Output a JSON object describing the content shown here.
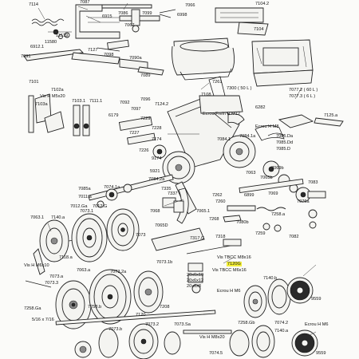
{
  "labels": [
    {
      "id": "l7114",
      "text": "7114"
    },
    {
      "id": "l7087",
      "text": "7087"
    },
    {
      "id": "l6915",
      "text": "6915"
    },
    {
      "id": "l7086",
      "text": "7086"
    },
    {
      "id": "l7099",
      "text": "7099"
    },
    {
      "id": "l7066",
      "text": "7066"
    },
    {
      "id": "l6998",
      "text": "6998"
    },
    {
      "id": "l71042",
      "text": "7104.2"
    },
    {
      "id": "l7067",
      "text": "7067"
    },
    {
      "id": "l7104",
      "text": "7104"
    },
    {
      "id": "l11580",
      "text": "11580"
    },
    {
      "id": "l11519",
      "text": "11519"
    },
    {
      "id": "l69121",
      "text": "6912.1"
    },
    {
      "id": "l7127",
      "text": "7127"
    },
    {
      "id": "l7091",
      "text": "7091"
    },
    {
      "id": "l7098",
      "text": "7098"
    },
    {
      "id": "l7090a",
      "text": "7090a"
    },
    {
      "id": "l7089",
      "text": "7089"
    },
    {
      "id": "l7300",
      "text": "7300 ( 50 L )"
    },
    {
      "id": "l7261",
      "text": "7261"
    },
    {
      "id": "l70772",
      "text": "7077.2 ( 60 L )"
    },
    {
      "id": "l70773",
      "text": "7077.3 ( 6 L )"
    },
    {
      "id": "l7101",
      "text": "7101"
    },
    {
      "id": "l7102a",
      "text": "7102a"
    },
    {
      "id": "lvis1",
      "text": "Vis H M5x20"
    },
    {
      "id": "l7103a",
      "text": "7103a"
    },
    {
      "id": "l7108",
      "text": "7108"
    },
    {
      "id": "l6282",
      "text": "6282"
    },
    {
      "id": "l7125a",
      "text": "7125.a"
    },
    {
      "id": "l7096",
      "text": "7096"
    },
    {
      "id": "l7092",
      "text": "7092"
    },
    {
      "id": "l71242",
      "text": "7124.2"
    },
    {
      "id": "l71031",
      "text": "7103.1"
    },
    {
      "id": "l71111",
      "text": "7111.1"
    },
    {
      "id": "l7097",
      "text": "7097"
    },
    {
      "id": "l6179",
      "text": "6179"
    },
    {
      "id": "l7229",
      "text": "7229"
    },
    {
      "id": "l7227",
      "text": "7227"
    },
    {
      "id": "l7228",
      "text": "7228"
    },
    {
      "id": "lecrou1",
      "text": "Ecrou Frein H M12"
    },
    {
      "id": "lecrou2",
      "text": "Ecrou H M8"
    },
    {
      "id": "l70841a",
      "text": "7084.1a"
    },
    {
      "id": "l70841",
      "text": "7084.1"
    },
    {
      "id": "l7085Da",
      "text": "7085.Da"
    },
    {
      "id": "l7085Dd",
      "text": "7085.Dd"
    },
    {
      "id": "l7085D",
      "text": "7085.D"
    },
    {
      "id": "l7174",
      "text": "7174"
    },
    {
      "id": "l7226",
      "text": "7226"
    },
    {
      "id": "l9174",
      "text": "9174"
    },
    {
      "id": "l5921",
      "text": "5921"
    },
    {
      "id": "l70842a",
      "text": "7084.2a"
    },
    {
      "id": "l7335",
      "text": "7335"
    },
    {
      "id": "l7337",
      "text": "7337"
    },
    {
      "id": "l7069b",
      "text": "7069b"
    },
    {
      "id": "l7065b",
      "text": "7065b"
    },
    {
      "id": "l7063",
      "text": "7063"
    },
    {
      "id": "l7085a",
      "text": "7085a"
    },
    {
      "id": "l70741a",
      "text": "7074.1a"
    },
    {
      "id": "l7011a",
      "text": "7011.a"
    },
    {
      "id": "l7012Ga",
      "text": "7012.Ga"
    },
    {
      "id": "l7012G",
      "text": "7012.G"
    },
    {
      "id": "l7068",
      "text": "7068"
    },
    {
      "id": "l7065D",
      "text": "7065D"
    },
    {
      "id": "l7262",
      "text": "7262"
    },
    {
      "id": "l6899",
      "text": "6899"
    },
    {
      "id": "l7069",
      "text": "7069"
    },
    {
      "id": "l7260",
      "text": "7260"
    },
    {
      "id": "l70651",
      "text": "7065.1"
    },
    {
      "id": "l7083",
      "text": "7083"
    },
    {
      "id": "l7076a",
      "text": "7076a"
    },
    {
      "id": "l7258a",
      "text": "7258.a"
    },
    {
      "id": "l7268",
      "text": "7268"
    },
    {
      "id": "l7080b",
      "text": "7080b"
    },
    {
      "id": "l7259",
      "text": "7259"
    },
    {
      "id": "l7082",
      "text": "7082"
    },
    {
      "id": "l70631",
      "text": "7063.1"
    },
    {
      "id": "l7140a",
      "text": "7140.a"
    },
    {
      "id": "l7073",
      "text": "7073"
    },
    {
      "id": "l70731",
      "text": "7073.1"
    },
    {
      "id": "l7317G",
      "text": "7317.G"
    },
    {
      "id": "l7318",
      "text": "7318"
    },
    {
      "id": "l7118a",
      "text": "7118.a"
    },
    {
      "id": "lvis2",
      "text": "Vis H M6x10"
    },
    {
      "id": "lvis3",
      "text": "Vis TBCC M8x16"
    },
    {
      "id": "l7120G",
      "text": "7120G"
    },
    {
      "id": "lvis4",
      "text": "Vis TBCC M6x16"
    },
    {
      "id": "l7063a",
      "text": "7063.a"
    },
    {
      "id": "l70732a",
      "text": "7073.2a"
    },
    {
      "id": "l70731b",
      "text": "7073.1b"
    },
    {
      "id": "l7073a",
      "text": "7073.a"
    },
    {
      "id": "l70733",
      "text": "7073.3"
    },
    {
      "id": "lw1",
      "text": "20x6x10"
    },
    {
      "id": "lw2",
      "text": "20x6x12"
    },
    {
      "id": "lw3",
      "text": "20x6x8"
    },
    {
      "id": "lecrou3",
      "text": "Ecrou H M6"
    },
    {
      "id": "l7140b",
      "text": "7140.b"
    },
    {
      "id": "l9559",
      "text": "9559"
    },
    {
      "id": "l7258Ga",
      "text": "7258.Ga"
    },
    {
      "id": "l7258b",
      "text": "7258.b"
    },
    {
      "id": "l7208",
      "text": "7208"
    },
    {
      "id": "l5916",
      "text": "5/16 x 7/16"
    },
    {
      "id": "l7120",
      "text": "7120"
    },
    {
      "id": "l7258Gb",
      "text": "7258.Gb"
    },
    {
      "id": "l70742",
      "text": "7074.2"
    },
    {
      "id": "lecrou4",
      "text": "Ecrou H M6"
    },
    {
      "id": "l7140a2",
      "text": "7140.a"
    },
    {
      "id": "l7073b",
      "text": "7073.b"
    },
    {
      "id": "l70732",
      "text": "7073.2"
    },
    {
      "id": "l7073Sa",
      "text": "7073.Sa"
    },
    {
      "id": "lvis5",
      "text": "Vis H M8x20"
    },
    {
      "id": "l70745",
      "text": "7074.5"
    },
    {
      "id": "l9559b",
      "text": "9559"
    }
  ]
}
